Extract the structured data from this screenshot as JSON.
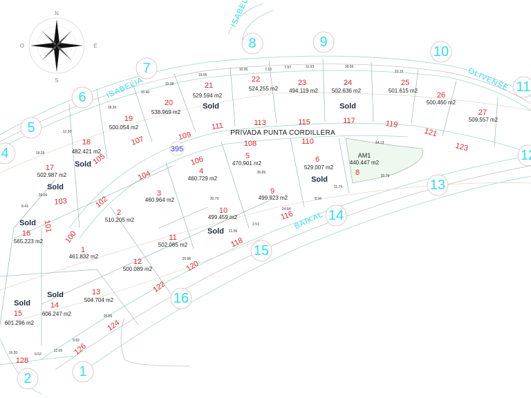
{
  "compass": {
    "n": "N",
    "s": "S",
    "e": "E",
    "o": "O"
  },
  "streets": {
    "isabelia_top": "ISABELIA",
    "isabelia": "ISABELIA",
    "olivense": "OLIVENSE",
    "baikal": "BAIKAL",
    "privada": "PRIVADA PUNTA CORDILLERA"
  },
  "marker_395": "395",
  "sold_label": "Sold",
  "lots": [
    {
      "num": "1",
      "area": "461.832 m2"
    },
    {
      "num": "2",
      "area": "510.205 m2"
    },
    {
      "num": "3",
      "area": "460.964 m2"
    },
    {
      "num": "4",
      "area": "460.729 m2"
    },
    {
      "num": "5",
      "area": "470.901 m2"
    },
    {
      "num": "6",
      "area": "529.007 m2"
    },
    {
      "num": "8",
      "area": ""
    },
    {
      "num": "9",
      "area": "499.923 m2"
    },
    {
      "num": "10",
      "area": "499.459 m2"
    },
    {
      "num": "11",
      "area": "502.085 m2"
    },
    {
      "num": "12",
      "area": "500.089 m2"
    },
    {
      "num": "13",
      "area": "504.704 m2"
    },
    {
      "num": "14",
      "area": "606.247 m2"
    },
    {
      "num": "15",
      "area": "601.296 m2"
    },
    {
      "num": "16",
      "area": "565.223 m2"
    },
    {
      "num": "17",
      "area": "502.987 m2"
    },
    {
      "num": "18",
      "area": "482.421 m2"
    },
    {
      "num": "19",
      "area": "500.054 m2"
    },
    {
      "num": "20",
      "area": "538.969 m2"
    },
    {
      "num": "21",
      "area": "529.594 m2"
    },
    {
      "num": "22",
      "area": "524.255 m2"
    },
    {
      "num": "23",
      "area": "494.119 m2"
    },
    {
      "num": "24",
      "area": "502.636 m2"
    },
    {
      "num": "25",
      "area": "501.615 m2"
    },
    {
      "num": "26",
      "area": "500.460 m2"
    },
    {
      "num": "27",
      "area": "509.557 m2"
    },
    {
      "num": "AM1",
      "area": "440.447  m2"
    }
  ],
  "sold_lots": [
    "6",
    "14",
    "15",
    "16",
    "17",
    "18",
    "21",
    "24",
    "11-10"
  ],
  "road_labels": [
    "100",
    "101",
    "102",
    "103",
    "104",
    "105",
    "106",
    "107",
    "108",
    "109",
    "110",
    "111",
    "113",
    "115",
    "116",
    "117",
    "118",
    "119",
    "120",
    "121",
    "122",
    "123",
    "124",
    "126",
    "128"
  ],
  "point_circles": [
    "1",
    "2",
    "4",
    "5",
    "6",
    "7",
    "8",
    "9",
    "10",
    "11",
    "12",
    "13",
    "14",
    "15",
    "16"
  ],
  "dimensions": [
    "19.56",
    "10.95",
    "7.10",
    "7.97",
    "11.53",
    "18.56",
    "23.15",
    "10.40",
    "10.38",
    "18.30",
    "12.30",
    "19.29",
    "29.09",
    "8.43",
    "26.89",
    "20.79",
    "34.13",
    "32.76",
    "11.74",
    "8.94",
    "24.94",
    "2.51",
    "21.56",
    "20.86",
    "25.56",
    "9.82",
    "12.05",
    "16.30",
    "6.52"
  ]
}
